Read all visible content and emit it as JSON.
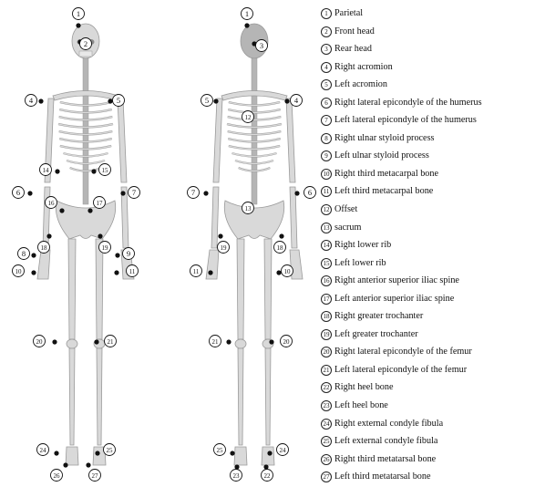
{
  "figure": {
    "front_view_name": "front skeleton",
    "back_view_name": "back skeleton"
  },
  "markers": {
    "front": [
      "1",
      "2",
      "4",
      "5",
      "6",
      "7",
      "8",
      "9",
      "10",
      "11",
      "14",
      "15",
      "16",
      "17",
      "18",
      "19",
      "20",
      "21",
      "24",
      "25",
      "26",
      "27"
    ],
    "back": [
      "1",
      "3",
      "4",
      "5",
      "6",
      "7",
      "10",
      "11",
      "12",
      "13",
      "18",
      "19",
      "20",
      "21",
      "22",
      "23",
      "24",
      "25"
    ]
  },
  "legend": [
    {
      "num": "1",
      "label": "Parietal"
    },
    {
      "num": "2",
      "label": "Front head"
    },
    {
      "num": "3",
      "label": "Rear head"
    },
    {
      "num": "4",
      "label": "Right acromion"
    },
    {
      "num": "5",
      "label": "Left acromion"
    },
    {
      "num": "6",
      "label": "Right lateral epicondyle of the humerus"
    },
    {
      "num": "7",
      "label": "Left lateral epicondyle of the humerus"
    },
    {
      "num": "8",
      "label": "Right ulnar styloid process"
    },
    {
      "num": "9",
      "label": "Left ulnar styloid process"
    },
    {
      "num": "10",
      "label": "Right third metacarpal bone"
    },
    {
      "num": "11",
      "label": "Left third metacarpal bone"
    },
    {
      "num": "12",
      "label": "Offset"
    },
    {
      "num": "13",
      "label": "sacrum"
    },
    {
      "num": "14",
      "label": "Right lower rib"
    },
    {
      "num": "15",
      "label": "Left lower rib"
    },
    {
      "num": "16",
      "label": "Right anterior superior iliac spine"
    },
    {
      "num": "17",
      "label": "Left anterior superior iliac spine"
    },
    {
      "num": "18",
      "label": "Right greater trochanter"
    },
    {
      "num": "19",
      "label": "Left greater trochanter"
    },
    {
      "num": "20",
      "label": "Right lateral epicondyle of the femur"
    },
    {
      "num": "21",
      "label": "Left lateral epicondyle of the femur"
    },
    {
      "num": "22",
      "label": "Right heel bone"
    },
    {
      "num": "23",
      "label": "Left heel bone"
    },
    {
      "num": "24",
      "label": "Right external condyle fibula"
    },
    {
      "num": "25",
      "label": "Left external condyle fibula"
    },
    {
      "num": "26",
      "label": "Right third metatarsal bone"
    },
    {
      "num": "27",
      "label": "Left third metatarsal bone"
    }
  ],
  "colors": {
    "bone": "#d9d9d9",
    "bone_stroke": "#9a9a9a",
    "bone_shade": "#b5b5b5",
    "marker": "#111111",
    "background": "#ffffff"
  }
}
